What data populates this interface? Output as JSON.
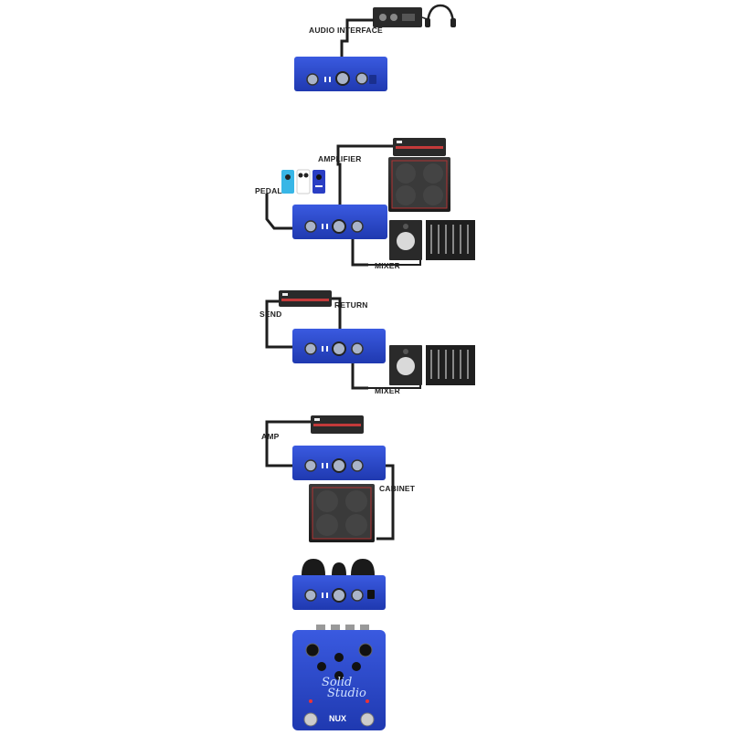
{
  "labels": {
    "audio_interface": "AUDIO INTERFACE",
    "amplifier": "AMPLIFIER",
    "pedal": "PEDAL",
    "mixer_1": "MIXER",
    "send": "SEND",
    "return": "RETURN",
    "mixer_2": "MIXER",
    "amp": "AMP",
    "cabinet": "CABINET"
  },
  "pedal": {
    "brand": "NUX",
    "model_line1": "Solid",
    "model_line2": "Studio"
  },
  "colors": {
    "unit_blue": "#2748c8",
    "unit_blue_dark": "#1a2f8e",
    "cable": "#1e1e1e",
    "amp_head": "#2a2a2a",
    "amp_stripe": "#c33a3a",
    "cabinet": "#2b2b2b",
    "speaker_grey": "#d9d9d9",
    "mixer": "#1f1f1f"
  }
}
